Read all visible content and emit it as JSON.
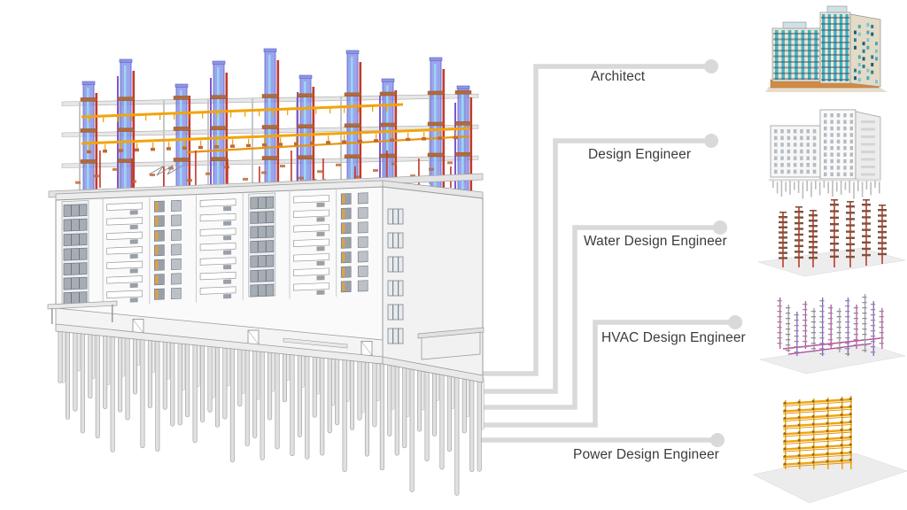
{
  "page": {
    "background": "#ffffff"
  },
  "roles": [
    {
      "label": "Architect",
      "thumbnail": "architect-render-model"
    },
    {
      "label": "Design Engineer",
      "thumbnail": "structural-white-model"
    },
    {
      "label": "Water Design Engineer",
      "thumbnail": "water-riser-model"
    },
    {
      "label": "HVAC Design Engineer",
      "thumbnail": "hvac-riser-model"
    },
    {
      "label": "Power Design Engineer",
      "thumbnail": "power-wireframe-model"
    }
  ],
  "colors": {
    "connector_gray": "#d9d9d9",
    "label_text": "#3b3b3b",
    "duct_blue": "#7c86e6",
    "pipe_red": "#c23a2b",
    "tray_yellow": "#f2a40c",
    "fitting_brown": "#b4693a",
    "hvac_magenta": "#c24fa0",
    "water_rung_brown": "#7e523c",
    "facade_teal": "#43b4c6",
    "facade_beige": "#ece5d4",
    "base_tan": "#d28a43",
    "model_gray": "#e0e0e0",
    "outline_gray": "#9a9a9a"
  }
}
